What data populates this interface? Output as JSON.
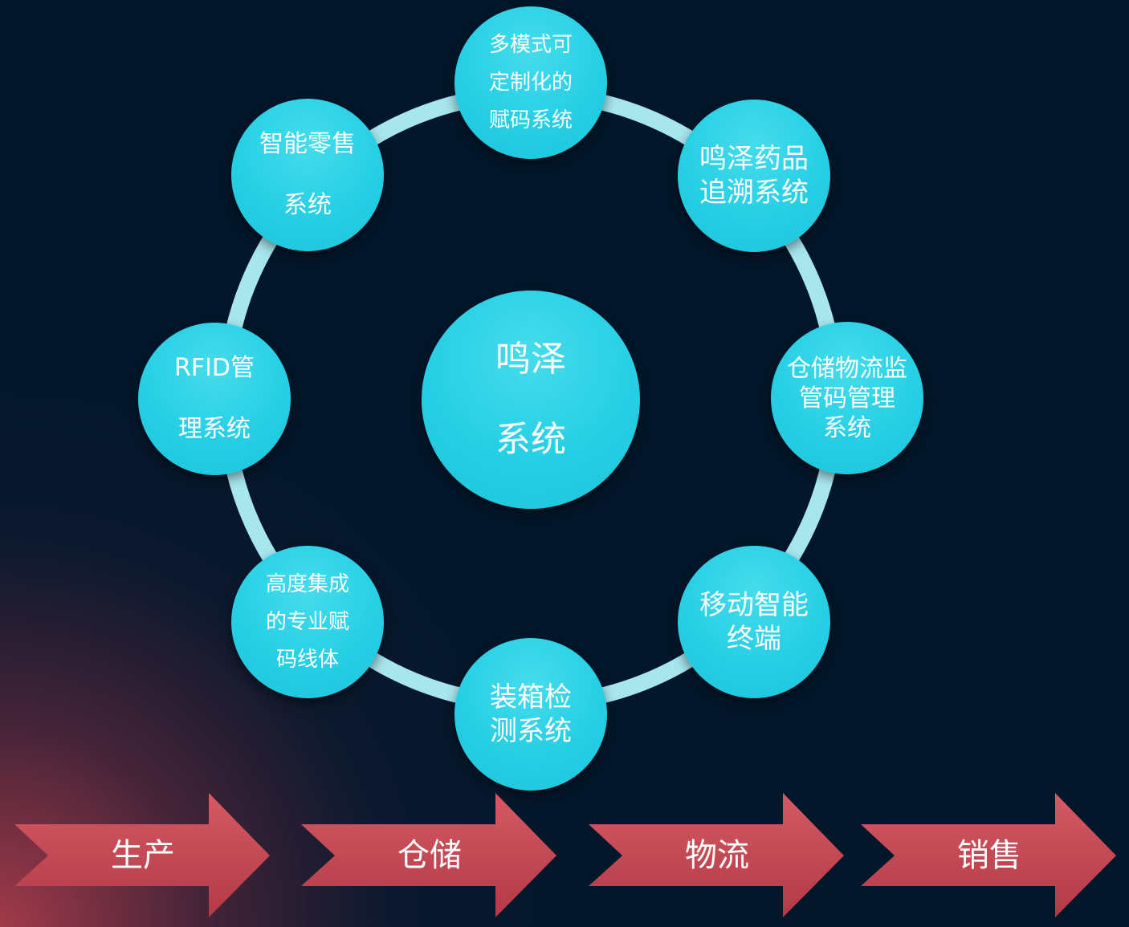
{
  "center": {
    "lines": [
      "鸣泽",
      "系统"
    ]
  },
  "nodes": [
    {
      "id": "multi-mode-coding",
      "lines": [
        "多模式可",
        "定制化的",
        "赋码系统"
      ]
    },
    {
      "id": "drug-traceability",
      "lines": [
        "鸣泽药品",
        "追溯系统"
      ]
    },
    {
      "id": "warehouse-logistics",
      "lines": [
        "仓储物流监",
        "管码管理",
        "系统"
      ]
    },
    {
      "id": "mobile-terminal",
      "lines": [
        "移动智能",
        "终端"
      ]
    },
    {
      "id": "packing-inspection",
      "lines": [
        "装箱检",
        "测系统"
      ]
    },
    {
      "id": "coding-line",
      "lines": [
        "高度集成",
        "的专业赋",
        "码线体"
      ]
    },
    {
      "id": "rfid-management",
      "lines": [
        "RFID管",
        "理系统"
      ]
    },
    {
      "id": "smart-retail",
      "lines": [
        "智能零售",
        "系统"
      ]
    }
  ],
  "stages": [
    "生产",
    "仓储",
    "物流",
    "销售"
  ],
  "colors": {
    "background": "#03172b",
    "node": "#26cfe4",
    "ring": "#a8e6ee",
    "arrow": "#c0444f"
  }
}
